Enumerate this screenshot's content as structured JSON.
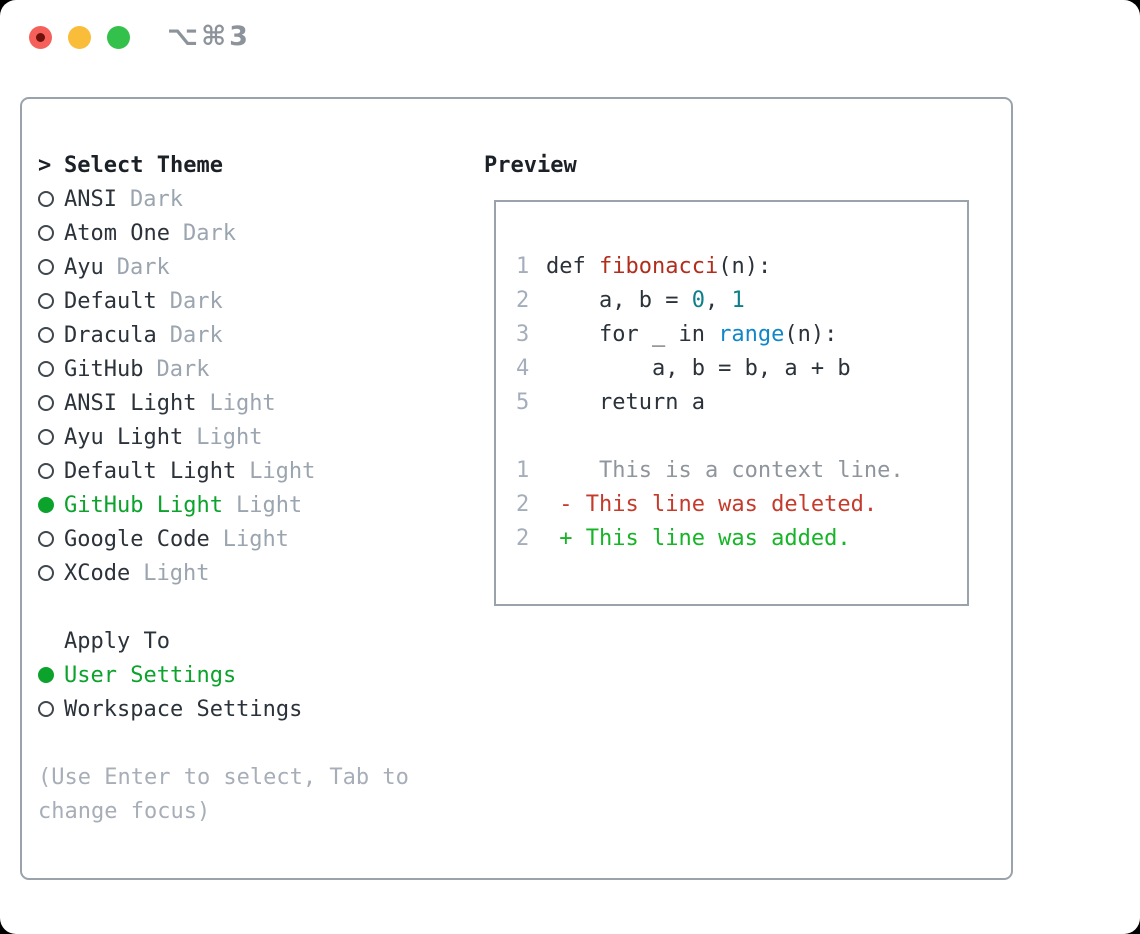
{
  "window": {
    "title": "⌥⌘3"
  },
  "traffic_lights": [
    {
      "name": "close-button",
      "color": "#f6605a"
    },
    {
      "name": "minimize-button",
      "color": "#f9bd3a"
    },
    {
      "name": "zoom-button",
      "color": "#33c14b"
    }
  ],
  "theme_picker": {
    "prompt": ">",
    "title": "Select Theme",
    "themes": [
      {
        "name": "ANSI",
        "variant": "Dark",
        "selected": false
      },
      {
        "name": "Atom One",
        "variant": "Dark",
        "selected": false
      },
      {
        "name": "Ayu",
        "variant": "Dark",
        "selected": false
      },
      {
        "name": "Default",
        "variant": "Dark",
        "selected": false
      },
      {
        "name": "Dracula",
        "variant": "Dark",
        "selected": false
      },
      {
        "name": "GitHub",
        "variant": "Dark",
        "selected": false
      },
      {
        "name": "ANSI Light",
        "variant": "Light",
        "selected": false
      },
      {
        "name": "Ayu Light",
        "variant": "Light",
        "selected": false
      },
      {
        "name": "Default Light",
        "variant": "Light",
        "selected": false
      },
      {
        "name": "GitHub Light",
        "variant": "Light",
        "selected": true
      },
      {
        "name": "Google Code",
        "variant": "Light",
        "selected": false
      },
      {
        "name": "XCode",
        "variant": "Light",
        "selected": false
      }
    ]
  },
  "apply_to": {
    "title": "Apply To",
    "options": [
      {
        "label": "User Settings",
        "selected": true
      },
      {
        "label": "Workspace Settings",
        "selected": false
      }
    ]
  },
  "hint": {
    "line1": "(Use Enter to select, Tab to",
    "line2": "change focus)"
  },
  "preview": {
    "title": "Preview",
    "code_lines": [
      {
        "num": "1",
        "segments": [
          {
            "text": "def ",
            "color": "fg"
          },
          {
            "text": "fibonacci",
            "color": "func"
          },
          {
            "text": "(n):",
            "color": "fg"
          }
        ]
      },
      {
        "num": "2",
        "segments": [
          {
            "text": "    a, b = ",
            "color": "fg"
          },
          {
            "text": "0",
            "color": "num"
          },
          {
            "text": ", ",
            "color": "fg"
          },
          {
            "text": "1",
            "color": "num"
          }
        ]
      },
      {
        "num": "3",
        "segments": [
          {
            "text": "    for _ in ",
            "color": "fg"
          },
          {
            "text": "range",
            "color": "builtin"
          },
          {
            "text": "(n):",
            "color": "fg"
          }
        ]
      },
      {
        "num": "4",
        "segments": [
          {
            "text": "        a, b = b, a + b",
            "color": "fg"
          }
        ]
      },
      {
        "num": "5",
        "segments": [
          {
            "text": "    return a",
            "color": "fg"
          }
        ]
      }
    ],
    "diff_lines": [
      {
        "num": "1",
        "text": "    This is a context line.",
        "type": "context"
      },
      {
        "num": "2",
        "text": " - This line was deleted.",
        "type": "deleted"
      },
      {
        "num": "2",
        "text": " + This line was added.",
        "type": "added"
      }
    ]
  },
  "colors": {
    "fg": "#2b323a",
    "fg_dark": "#1b2127",
    "muted": "#9ba5b0",
    "linenum": "#a4adbb",
    "context": "#8f959c",
    "green": "#0ca32c",
    "added": "#16b427",
    "deleted": "#c53b2b",
    "func": "#b22d1c",
    "numlit": "#0c7f8b",
    "builtin": "#1187c9",
    "border": "#9aa2ac",
    "hint": "#a7aeb8",
    "title_gray": "#8d939b",
    "radio_ring": "#3f474f",
    "red": "#f6605a",
    "red_dot": "#6e100c",
    "yellow": "#f9bd3a",
    "light_green": "#33c14b"
  }
}
